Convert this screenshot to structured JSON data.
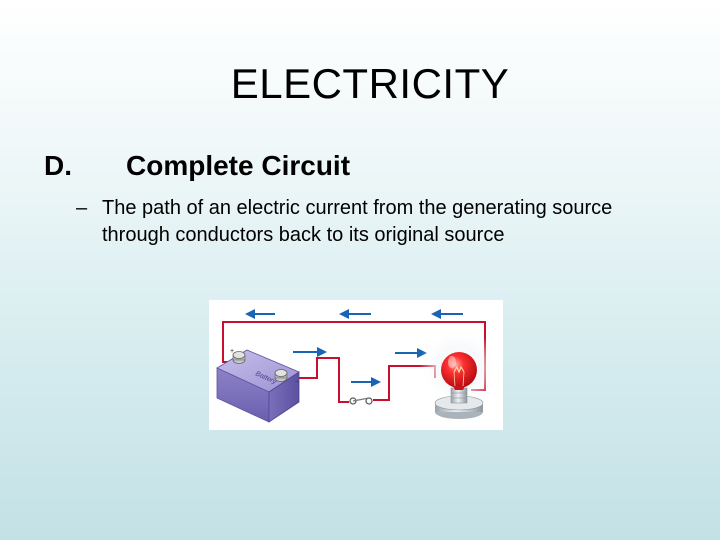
{
  "slide": {
    "title": "ELECTRICITY",
    "heading": {
      "letter": "D.",
      "text": "Complete Circuit"
    },
    "bullet": {
      "marker": "–",
      "text": "The path of an electric current from the generating source through conductors back to its original source"
    }
  },
  "figure": {
    "name": "circuit-illustration",
    "battery_label": "Battery",
    "battery_plus": "+",
    "battery_minus": "−",
    "wire_color": "#c8102e",
    "arrow_color": "#1a64b4",
    "battery_color": "#8a7fc6",
    "bulb_color": "#e8191f"
  }
}
